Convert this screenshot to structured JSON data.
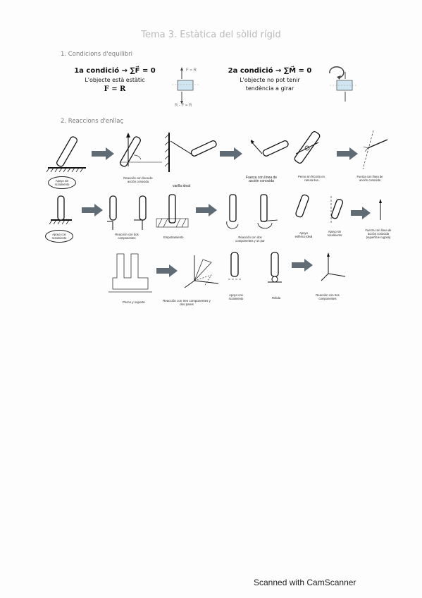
{
  "document": {
    "title": "Tema 3. Estàtica del sòlid rígid",
    "section1": "1.   Condicions d'equilibri",
    "section2": "2.   Reaccions d'enllaç"
  },
  "conditions": [
    {
      "heading": "1a condició → ∑F⃗ = 0",
      "text": "L'objecte està estàtic",
      "formula": "F = R"
    },
    {
      "heading": "2a condició → ∑M⃗ = 0",
      "text": "L'objecte no pot tenir",
      "text2": "tendència a girar"
    }
  ],
  "sketch_labels": {
    "f_r": "F = R",
    "r_f_r": "R - F = R"
  },
  "captions": {
    "apoyo_sin_rozamiento": "Apoyo sin rozamiento",
    "reaccion_linea_conocida": "Reacción con línea de acción conocida",
    "varilla_ideal": "varilla ideal",
    "fuerza_linea_conocida": "Fuerza con línea de acción conocida",
    "perno_sin_friccion": "Perno sin fricción en ranura lisa",
    "fuerza_linea_conocida_small": "Fuerza con línea de acción conocida",
    "apoyo_con_rozamiento": "Apoyo con rozamiento",
    "reaccion_dos_componentes": "Reacción con dos componentes",
    "empotramiento": "Empotramiento",
    "reaccion_dos_componentes_par": "Reacción con dos componentes y un par",
    "apoyo_esferico_ideal": "Apoyo esférico ideal",
    "apoyo_sin_rozamiento_2": "Apoyo sin rozamiento",
    "fuerza_linea_rugosa": "Fuerza con línea de acción conocida (superficie rugosa)",
    "perno_y_soporte": "Perno y soporte",
    "reaccion_tres_componentes_dos_pares": "Reacción con tres componentes y dos pares",
    "apoyo_con_rozamiento_2": "Apoyo con rozamiento",
    "rotula": "Rótula",
    "reaccion_tres_componentes": "Reacción con tres componentes"
  },
  "footer": "Scanned with CamScanner"
}
